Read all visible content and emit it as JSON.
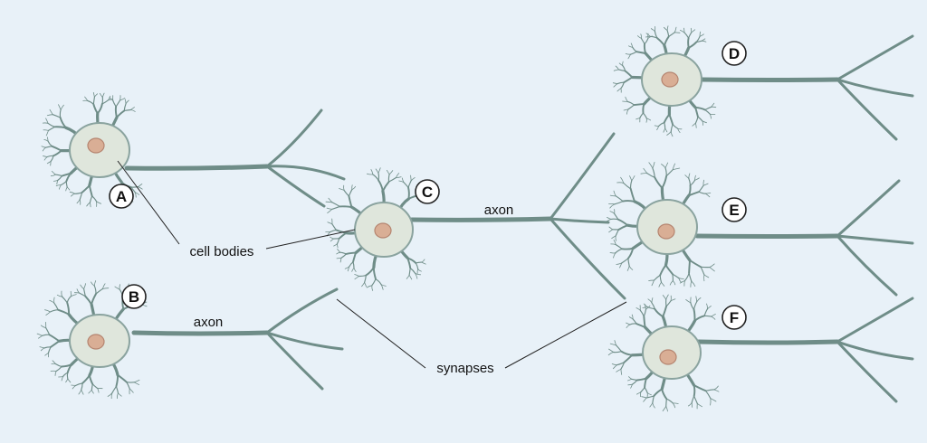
{
  "neurons": [
    {
      "letter": "A"
    },
    {
      "letter": "B"
    },
    {
      "letter": "C"
    },
    {
      "letter": "D"
    },
    {
      "letter": "E"
    },
    {
      "letter": "F"
    }
  ],
  "labels": {
    "cell_bodies": "cell bodies",
    "synapses": "synapses",
    "axon_c": "axon",
    "axon_b": "axon"
  }
}
